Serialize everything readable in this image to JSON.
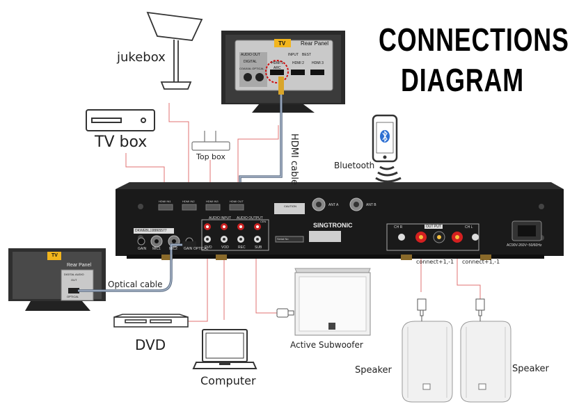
{
  "title": {
    "line1": "CONNECTIONS",
    "line2": "DIAGRAM"
  },
  "devices": {
    "jukebox": "jukebox",
    "tv_box": "TV box",
    "top_box": "Top box",
    "bluetooth": "Bluetooth",
    "dvd": "DVD",
    "computer": "Computer",
    "subwoofer": "Active Subwoofer",
    "speaker_left": "Speaker",
    "speaker_right": "Speaker"
  },
  "cables": {
    "hdmi": "HDMI cable",
    "optical": "Optical cable",
    "connect_left": "connect+1,-1",
    "connect_right": "connect+1,-1"
  },
  "tv_top": {
    "badge": "TV",
    "rear_panel": "Rear Panel",
    "audio_out": "AUDIO OUT",
    "digital": "DIGITAL",
    "coaxial_optical": "COAXIAL OPTICAL",
    "input": "INPUT",
    "best": "BEST",
    "hdmi1": "HDMI 1",
    "arc": "ARC",
    "hdmi2": "HDMI 2",
    "hdmi3": "HDMI 3"
  },
  "tv_left": {
    "badge": "TV",
    "rear_panel": "Rear Panel",
    "digital_audio": "DIGITAL AUDIO",
    "out": "OUT",
    "optical": "OPTICAL"
  },
  "amp": {
    "brand": "SINGTRONIC",
    "serial": "DKWEBLJJ8865577",
    "hdmi_in1": "HDMI IN1",
    "hdmi_in2": "HDMI IN2",
    "hdmi_in3": "HDMI IN3",
    "hdmi_out": "HDMI OUT",
    "ant_a": "ANT A",
    "ant_b": "ANT B",
    "audio_input": "AUDIO INPUT",
    "audio_output": "AUDIO OUTPUT",
    "cen": "CEN",
    "gain": "GAIN",
    "mic1": "MIC1",
    "mic2": "MIC2",
    "optical": "OPTICAL",
    "dvd": "DVD",
    "vod": "VOD",
    "rec": "REC",
    "sub": "SUB",
    "output": "OUT PUT",
    "ch_r": "CH R",
    "ch_l": "CH L",
    "power": "AC90V-260V~50/60Hz",
    "caution": "CAUTION",
    "serial_no": "Serial No"
  }
}
